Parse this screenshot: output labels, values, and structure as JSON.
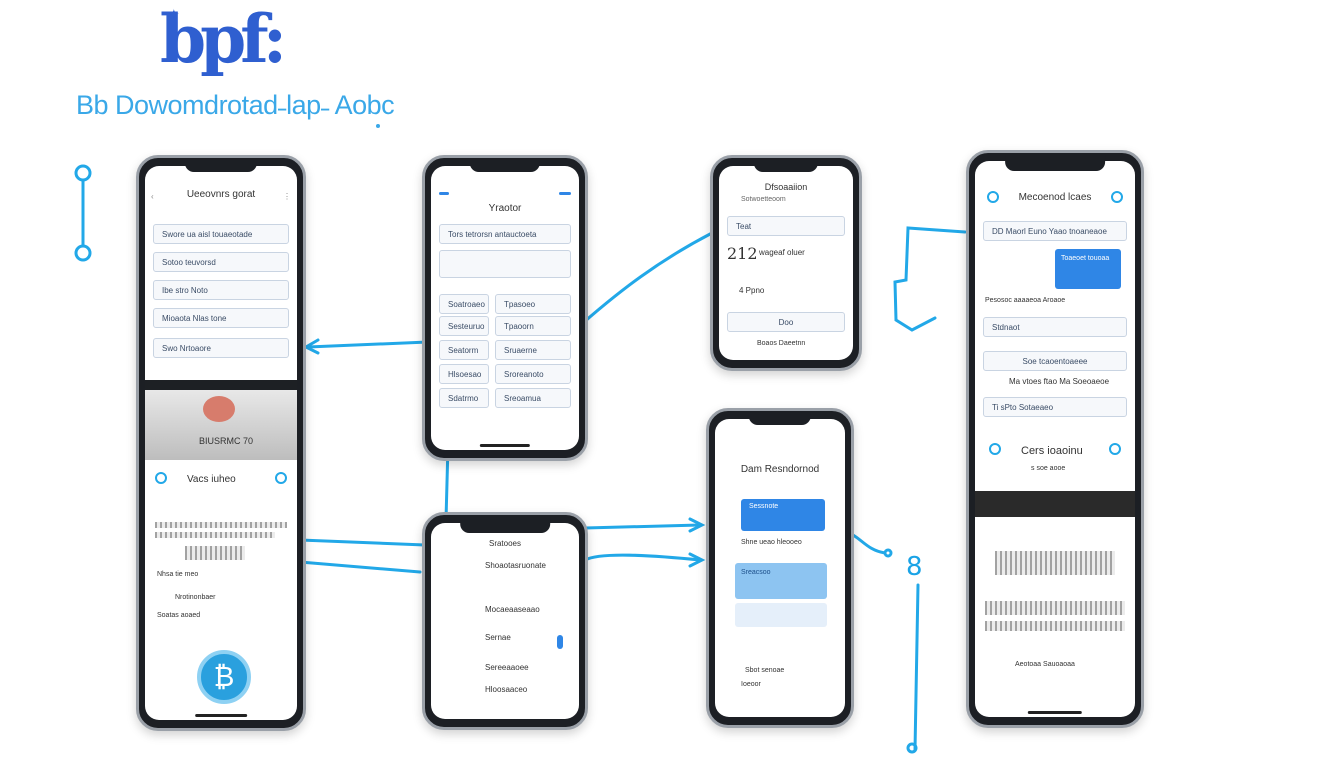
{
  "header": {
    "logo_text": "bpf:",
    "subtitle": "Bb Dowomdrotad˗lap˗ Aobc"
  },
  "colors": {
    "accent": "#22a8e8",
    "brand": "#2f5fd0",
    "button_blue": "#2f86e6"
  },
  "side_labels": {
    "right_number": "8"
  },
  "phone1": {
    "title": "Ueeovnrs gorat",
    "rows": [
      "Swore ua aisl touaeotade",
      "Sotoo teuvorsd",
      "Ibe stro Noto",
      "Mioaota Nlas tone",
      "Swo Nrtoaore"
    ],
    "photo_caption": "BIUSRMC 70",
    "section_title": "Vacs iuheo",
    "footer_lines": [
      "Nhsa tie meo",
      "Nrotinonbaer",
      "Soatas aoaed"
    ],
    "coin_icon": "bitcoin-icon"
  },
  "phone2": {
    "title": "Yraotor",
    "search_placeholder": "Tors tetrorsn antauctoeta",
    "rows": [
      "Soatroaeo",
      "Sesteuruo",
      "Seatorm",
      "Hlsoesao",
      "Sdatrmo"
    ],
    "cells": [
      "Tpasoeo",
      "Tpaoorn",
      "Sruaerne",
      "Sroreanoto",
      "Sreoamua"
    ]
  },
  "phone3": {
    "title": "Dfsoaaiion",
    "subtitle": "Sotwoetteoom",
    "field_label": "Teat",
    "big_value": "212",
    "value_label": "wageaf oluer",
    "sub_value": "4 Ppno",
    "button_label": "Doo",
    "footer": "Boaos Daeetnn"
  },
  "phone4": {
    "title": "Dam Resndornod",
    "card_title": "Sessnote",
    "card_footer": "Shne ueao hleooeo",
    "card2_title": "Sreacsoo",
    "bottom_line1": "Sbot senoae",
    "bottom_line2": "Ioeoor"
  },
  "phone5": {
    "title": "Sratooes",
    "rows": [
      "Shoaotasruonate",
      "Mocaeaaseaao",
      "Sernae",
      "Sereeaaoee",
      "Hloosaaceo"
    ]
  },
  "phone6": {
    "title": "Mecoenod lcaes",
    "search_text": "DD  Maorl Euno Yaao tnoaneaoe",
    "card_text": "Toaeoet touoaa",
    "caption": "Pesosoc aaaaeoa Aroaoe",
    "input_value": "Stdnaot",
    "button1": "Soe tcaoentoaeee",
    "line": "Ma vtoes ftao Ma Soeoaeoe",
    "button2": "Ti sPto Sotaeaeo",
    "section_title": "Cers ioaoinu",
    "section_sub": "s soe aooe",
    "bottom_text": "Aeotoaa Sauoaoaa"
  }
}
